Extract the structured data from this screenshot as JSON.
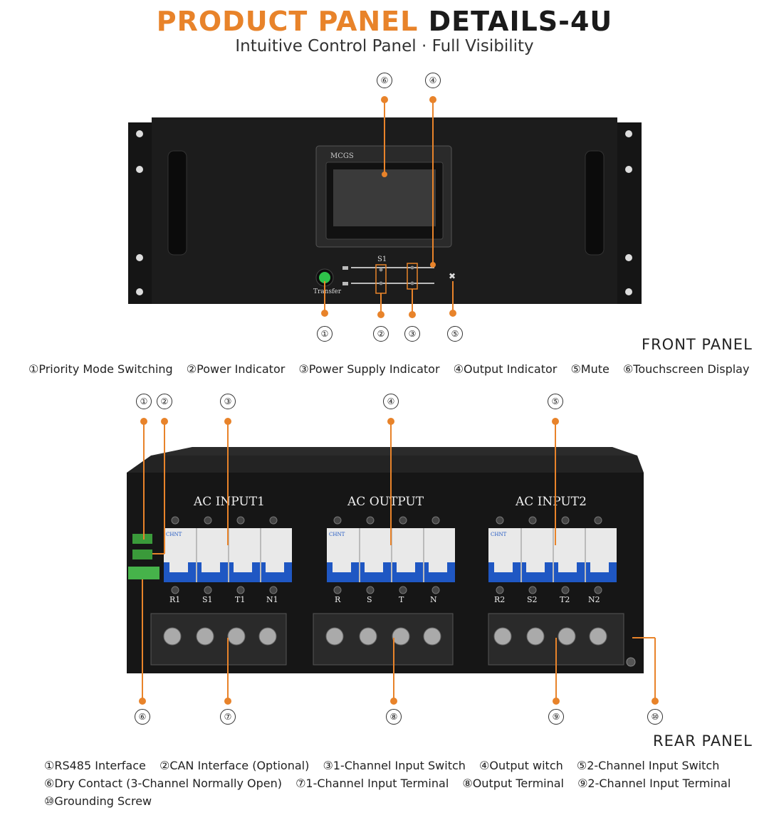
{
  "header": {
    "title_orange": "PRODUCT PANEL",
    "title_dark": "DETAILS-4U",
    "subtitle": "Intuitive Control Panel · Full Visibility"
  },
  "front_panel": {
    "label": "FRONT PANEL",
    "screen_brand": "MCGS",
    "button_label": "Transfer",
    "indicator_label": "S1",
    "callouts": [
      "①",
      "②",
      "③",
      "④",
      "⑤",
      "⑥"
    ],
    "legend": [
      "①Priority Mode Switching",
      "②Power Indicator",
      "③Power Supply Indicator",
      "④Output Indicator",
      "⑤Mute",
      "⑥Touchscreen Display"
    ]
  },
  "rear_panel": {
    "label": "REAR PANEL",
    "sections": [
      "AC INPUT1",
      "AC OUTPUT",
      "AC INPUT2"
    ],
    "breaker_brand": "CHNT",
    "terminals_input1": [
      "R1",
      "S1",
      "T1",
      "N1"
    ],
    "terminals_output": [
      "R",
      "S",
      "T",
      "N"
    ],
    "terminals_input2": [
      "R2",
      "S2",
      "T2",
      "N2"
    ],
    "callouts": [
      "①",
      "②",
      "③",
      "④",
      "⑤",
      "⑥",
      "⑦",
      "⑧",
      "⑨",
      "⑩"
    ],
    "legend_line1": [
      "①RS485 Interface",
      "②CAN Interface (Optional)",
      "③1-Channel Input Switch",
      "④Output witch",
      "⑤2-Channel Input Switch"
    ],
    "legend_line2": [
      "⑥Dry Contact (3-Channel Normally Open)",
      "⑦1-Channel Input Terminal",
      "⑧Output Terminal",
      "⑨2-Channel Input Terminal"
    ],
    "legend_line3": [
      "⑩Grounding Screw"
    ]
  },
  "colors": {
    "accent": "#e8832a",
    "chassis": "#1a1a1a",
    "breaker_blue": "#1f57c3",
    "led_green": "#2ec24a"
  }
}
